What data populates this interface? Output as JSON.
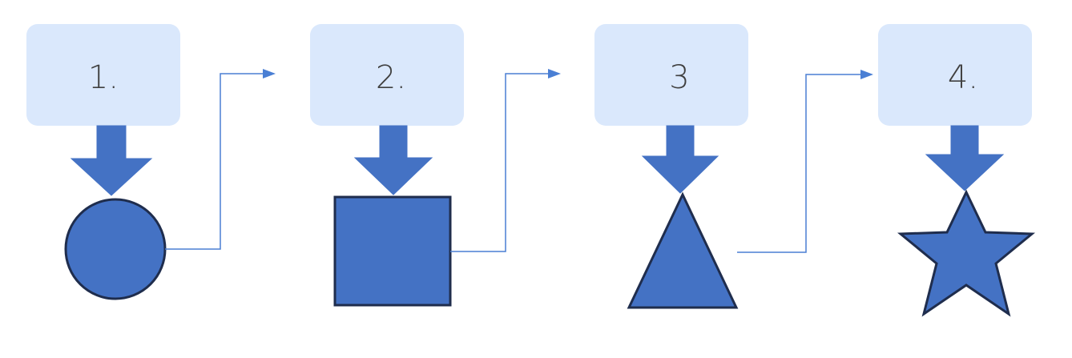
{
  "diagram": {
    "steps": [
      {
        "label": "1.",
        "shape": "circle"
      },
      {
        "label": "2.",
        "shape": "square"
      },
      {
        "label": "3",
        "shape": "triangle"
      },
      {
        "label": "4.",
        "shape": "star"
      }
    ]
  },
  "colors": {
    "box_fill": "#dae8fc",
    "shape_fill": "#4472c4",
    "shape_stroke": "#1f2d4d",
    "connector": "#4a7fd4",
    "label_text": "#404040"
  }
}
